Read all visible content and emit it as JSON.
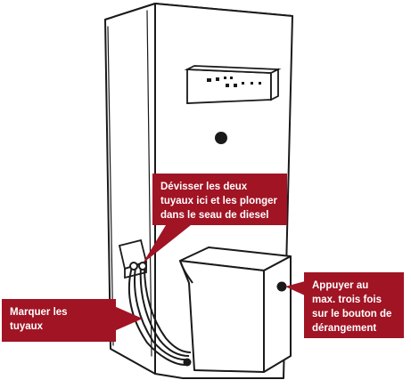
{
  "callouts": {
    "top": [
      "Dévisser les deux",
      "tuyaux ici et les plonger",
      "dans le seau de diesel"
    ],
    "right": [
      "Appuyer au",
      "max. trois fois",
      "sur le bouton de",
      "dérangement"
    ],
    "left": [
      "Marquer les",
      "tuyaux"
    ]
  },
  "colors": {
    "callout_background": "#a01424",
    "callout_text": "#ffffff",
    "line_art": "#1a1a1a"
  },
  "icons": [
    "fuel-hose-pair-icon",
    "reset-button-icon",
    "indicator-light-icon"
  ]
}
